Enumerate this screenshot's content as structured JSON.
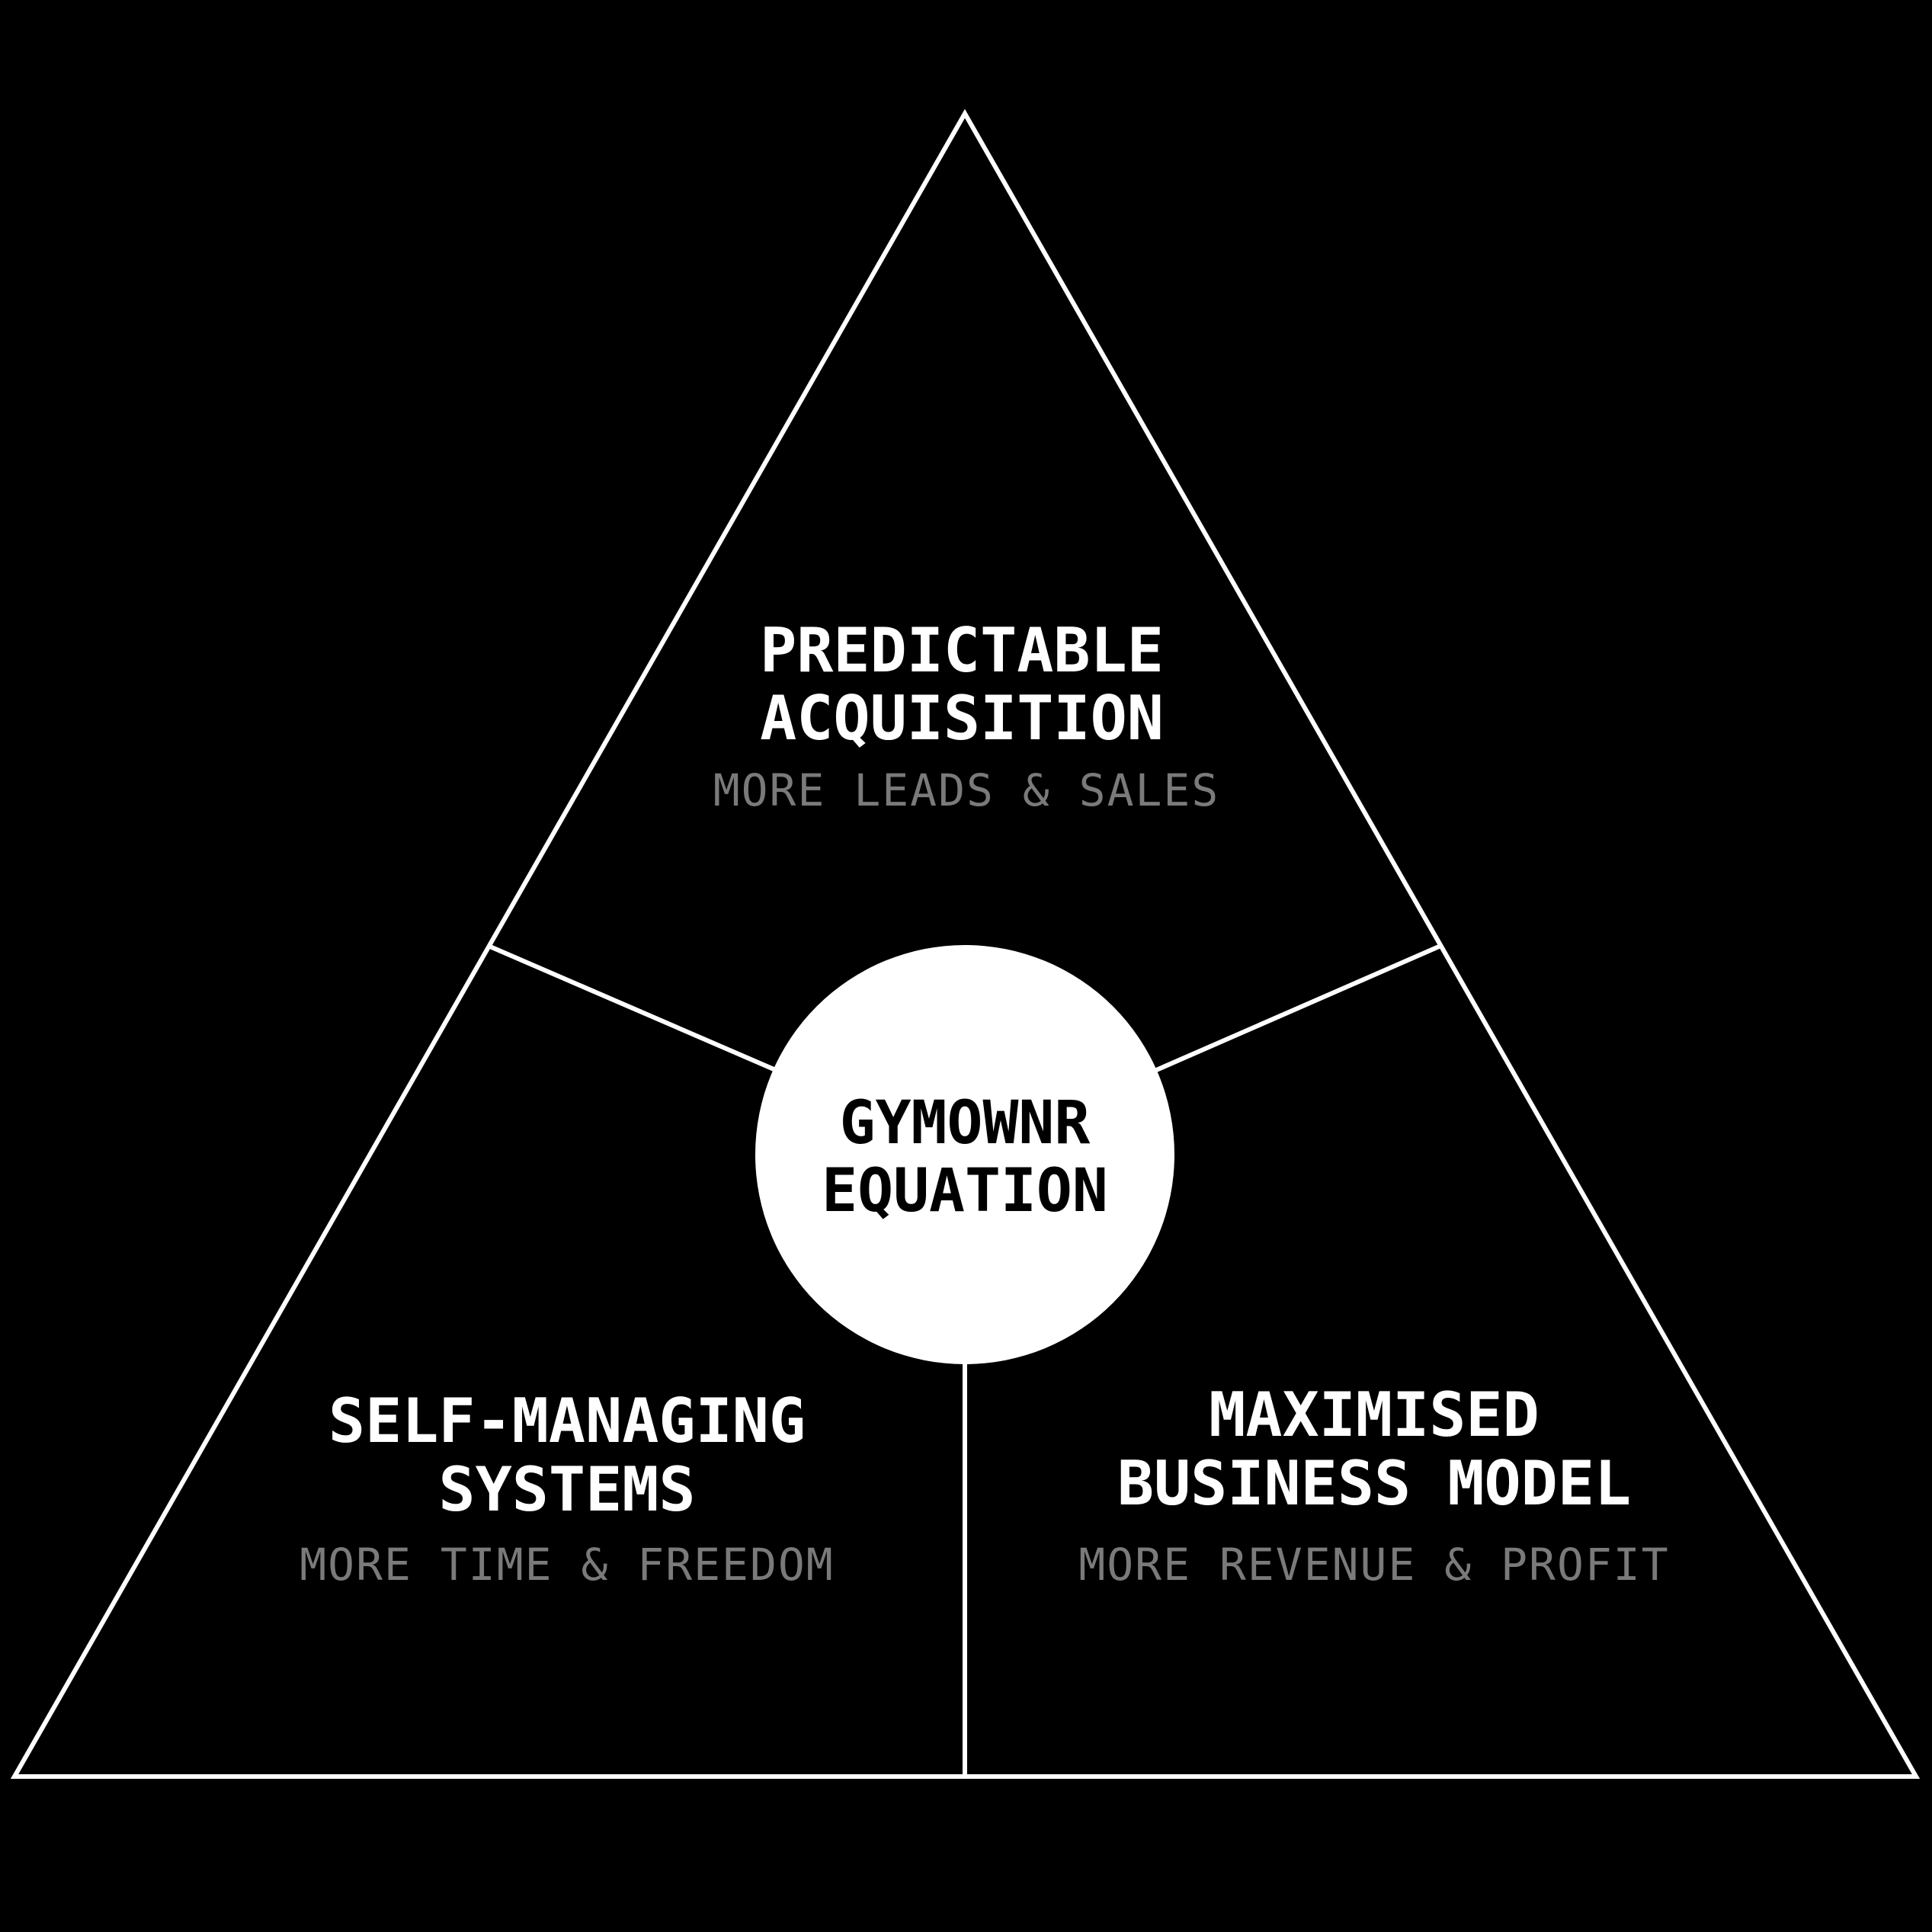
{
  "center": {
    "line1": "GYMOWNR",
    "line2": "EQUATION"
  },
  "segments": [
    {
      "title_line1": "PREDICTABLE",
      "title_line2": "ACQUISITION",
      "subtitle": "MORE LEADS & SALES"
    },
    {
      "title_line1": "SELF-MANAGING",
      "title_line2": "SYSTEMS",
      "subtitle": "MORE TIME & FREEDOM"
    },
    {
      "title_line1": "MAXIMISED",
      "title_line2": "BUSINESS MODEL",
      "subtitle": "MORE REVENUE & PROFIT"
    }
  ],
  "colors": {
    "background": "#000000",
    "line": "#ffffff",
    "subtitle": "#7a7a7a"
  }
}
